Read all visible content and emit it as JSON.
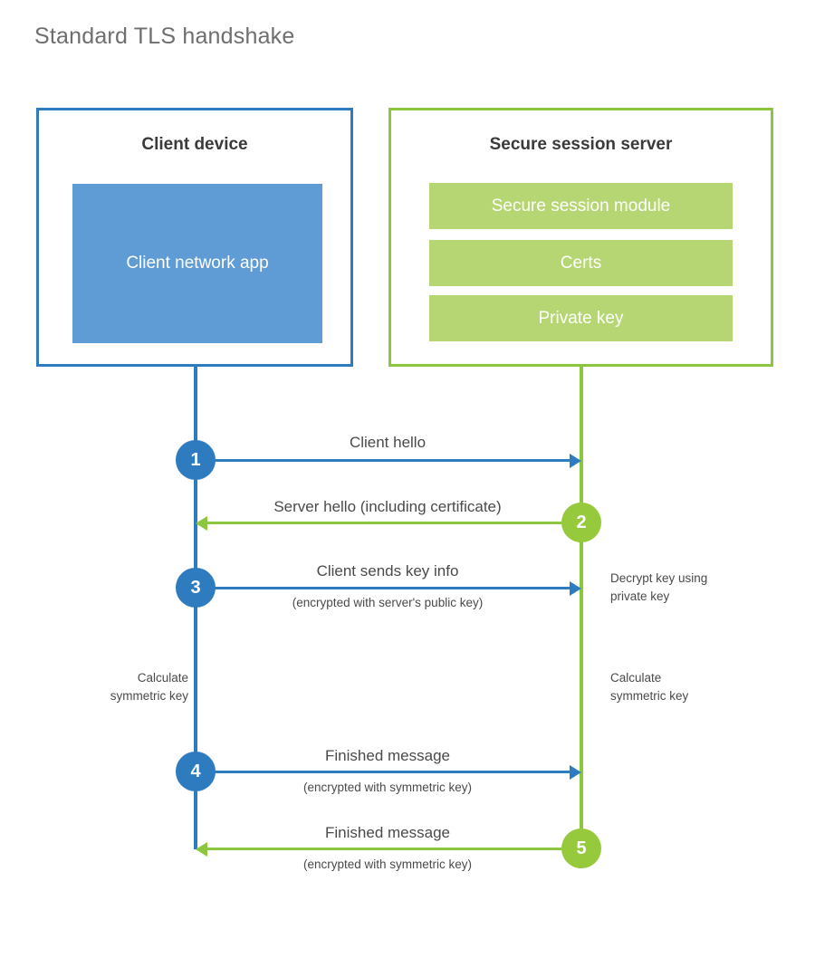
{
  "title": "Standard TLS handshake",
  "client": {
    "heading": "Client device",
    "app_label": "Client network app"
  },
  "server": {
    "heading": "Secure session server",
    "components": [
      {
        "label": "Secure session module"
      },
      {
        "label": "Certs"
      },
      {
        "label": "Private key"
      }
    ]
  },
  "steps": [
    {
      "number": "1",
      "label": "Client hello",
      "sublabel": "",
      "direction": "client-to-server",
      "color": "#2e7cbf"
    },
    {
      "number": "2",
      "label": "Server hello (including certificate)",
      "sublabel": "",
      "direction": "server-to-client",
      "color": "#97c93d"
    },
    {
      "number": "3",
      "label": "Client sends key info",
      "sublabel": "(encrypted with server's public key)",
      "direction": "client-to-server",
      "color": "#2e7cbf"
    },
    {
      "number": "4",
      "label": "Finished message",
      "sublabel": "(encrypted with symmetric key)",
      "direction": "client-to-server",
      "color": "#2e7cbf"
    },
    {
      "number": "5",
      "label": "Finished message",
      "sublabel": "(encrypted with symmetric key)",
      "direction": "server-to-client",
      "color": "#97c93d"
    }
  ],
  "notes": {
    "server_decrypt": "Decrypt key using\nprivate key",
    "client_calculate": "Calculate\nsymmetric key",
    "server_calculate": "Calculate\nsymmetric key"
  },
  "colors": {
    "client_accent": "#2e7cbf",
    "client_app_fill": "#5f9bd5",
    "server_accent": "#8cc63e",
    "server_circle": "#97c93d",
    "server_bar_fill": "#b5d673",
    "title_text": "#6e6e6e",
    "body_text": "#4a4a4a",
    "heading_text": "#3a3a3a",
    "background": "#ffffff"
  }
}
